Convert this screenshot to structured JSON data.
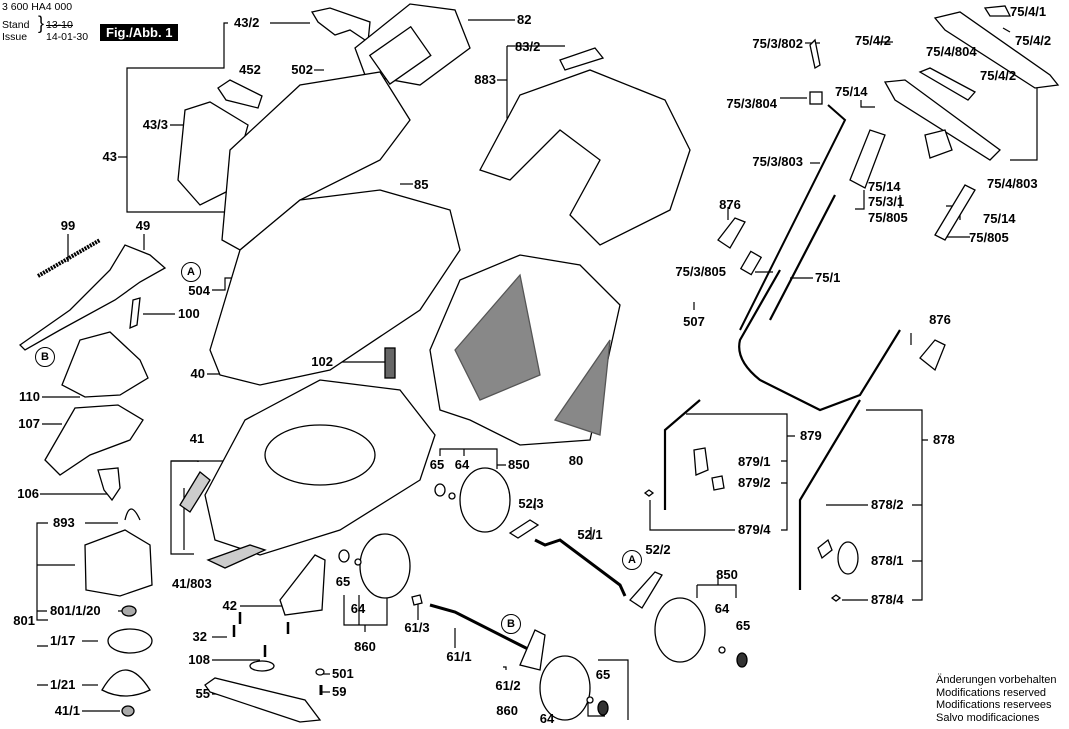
{
  "header": {
    "part_number": "3 600 HA4 000",
    "stand_label": "Stand",
    "issue_label": "Issue",
    "old_date": "13-10",
    "date": "14-01-30",
    "figure": "Fig./Abb. 1"
  },
  "footer_note": [
    "Änderungen vorbehalten",
    "Modifications reserved",
    "Modifications reservees",
    "Salvo modificaciones"
  ],
  "markers": [
    "A",
    "B"
  ],
  "labels": {
    "l43_2": "43/2",
    "l82": "82",
    "l83_2": "83/2",
    "l883": "883",
    "l452": "452",
    "l502": "502",
    "l43_3": "43/3",
    "l43": "43",
    "l85": "85",
    "l99": "99",
    "l49": "49",
    "l504": "504",
    "l100": "100",
    "l102": "102",
    "l40": "40",
    "l110": "110",
    "l107": "107",
    "l41": "41",
    "l106": "106",
    "l893": "893",
    "l41_803": "41/803",
    "l801": "801",
    "l801_1_20": "801/1/20",
    "l1_17": "1/17",
    "l1_21": "1/21",
    "l41_1": "41/1",
    "l42": "42",
    "l32": "32",
    "l108": "108",
    "l55": "55",
    "l501": "501",
    "l59": "59",
    "l80": "80",
    "l65a": "65",
    "l64a": "64",
    "l850a": "850",
    "l52_3": "52/3",
    "l52_1": "52/1",
    "l52_2": "52/2",
    "l65b": "65",
    "l64b": "64",
    "l860a": "860",
    "l61_3": "61/3",
    "l61_1": "61/1",
    "l61_2": "61/2",
    "l65c": "65",
    "l860b": "860",
    "l64c": "64",
    "l850b": "850",
    "l64d": "64",
    "l65d": "65",
    "l75_3_802": "75/3/802",
    "l75_4_2a": "75/4/2",
    "l75_4_1": "75/4/1",
    "l75_4_2b": "75/4/2",
    "l75_4_804": "75/4/804",
    "l75_4_2c": "75/4/2",
    "l75_14a": "75/14",
    "l75_3_804": "75/3/804",
    "l75_3_803": "75/3/803",
    "l75_14b": "75/14",
    "l75_3_1": "75/3/1",
    "l75_805a": "75/805",
    "l75_4_803": "75/4/803",
    "l75_14c": "75/14",
    "l75_805b": "75/805",
    "l876a": "876",
    "l75_3_805": "75/3/805",
    "l75_1": "75/1",
    "l507": "507",
    "l876b": "876",
    "l879": "879",
    "l879_1": "879/1",
    "l879_2": "879/2",
    "l879_4": "879/4",
    "l878": "878",
    "l878_2": "878/2",
    "l878_1": "878/1",
    "l878_4": "878/4"
  }
}
